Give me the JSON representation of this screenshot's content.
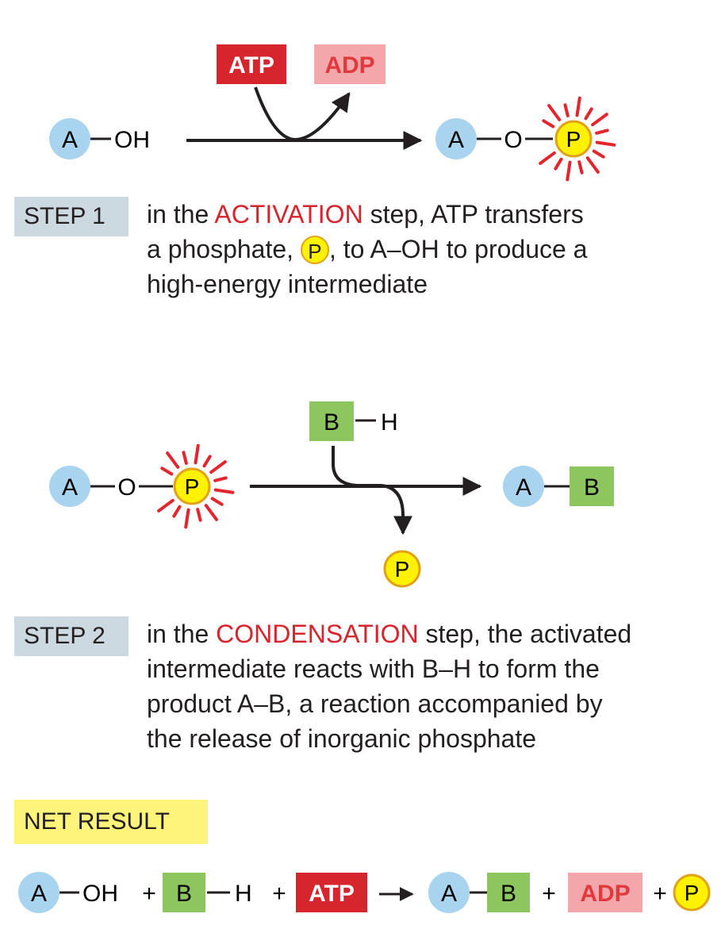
{
  "step1": {
    "diagram": {
      "atp_label": "ATP",
      "adp_label": "ADP",
      "a_label": "A",
      "oh_label": "OH",
      "o_label": "O",
      "p_label": "P"
    },
    "box_label": "STEP 1",
    "desc_pre": "in the ",
    "desc_keyword": "ACTIVATION",
    "desc_line1_post": " step, ATP transfers",
    "desc_line2_pre": "a phosphate, ",
    "desc_inline_p": "P",
    "desc_line2_post": ", to A–OH to produce a",
    "desc_line3": "high-energy intermediate"
  },
  "step2": {
    "diagram": {
      "a_label": "A",
      "o_label": "O",
      "p_label": "P",
      "b_label": "B",
      "h_label": "H"
    },
    "box_label": "STEP 2",
    "desc_pre": "in the ",
    "desc_keyword": "CONDENSATION",
    "desc_line1_post": " step, the activated",
    "desc_line2": "intermediate reacts with B–H to form the",
    "desc_line3": "product A–B, a reaction accompanied by",
    "desc_line4": "the release of inorganic phosphate"
  },
  "net": {
    "box_label": "NET RESULT",
    "a_label": "A",
    "oh_label": "OH",
    "plus": "+",
    "b_label": "B",
    "h_label": "H",
    "atp_label": "ATP",
    "adp_label": "ADP",
    "p_label": "P"
  },
  "colors": {
    "a_circle": "#a9d4ef",
    "b_box": "#8dc55f",
    "p_circle": "#fff200",
    "p_border": "#e1a21a",
    "atp_box": "#d7252d",
    "adp_box": "#f3a7aa",
    "adp_text": "#e03a3e",
    "rays": "#e3262d",
    "step_box": "#cdd9e0",
    "net_box": "#fff47a",
    "keyword": "#d7252d"
  }
}
